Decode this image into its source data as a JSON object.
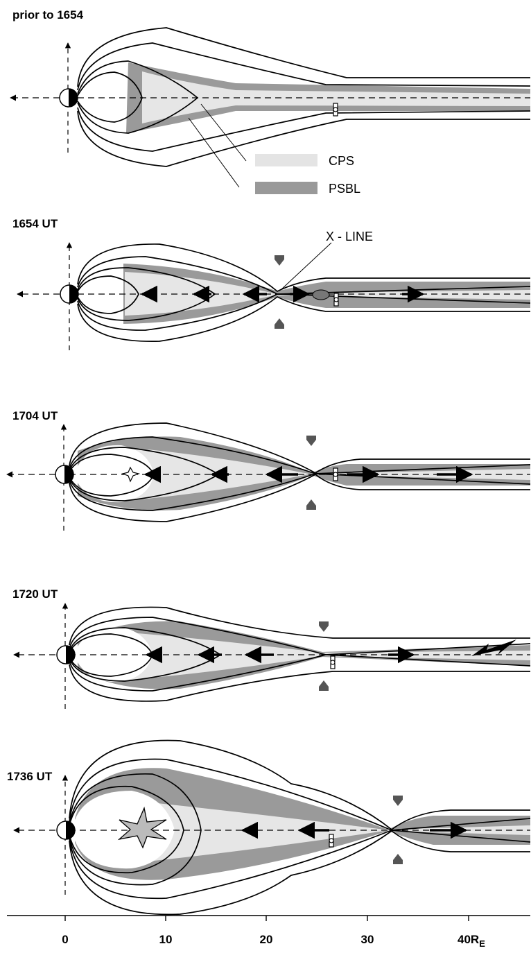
{
  "panels": [
    {
      "title": "prior to 1654"
    },
    {
      "title": "1654 UT"
    },
    {
      "title": "1704 UT"
    },
    {
      "title": "1720 UT"
    },
    {
      "title": "1736 UT"
    }
  ],
  "legend": {
    "cps": {
      "label": "CPS",
      "color": "#e4e4e4"
    },
    "psbl": {
      "label": "PSBL",
      "color": "#999999"
    }
  },
  "annotations": {
    "xline": "X - LINE"
  },
  "axis": {
    "ticks": [
      "0",
      "10",
      "20",
      "30",
      "40"
    ],
    "unit_main": "R",
    "unit_sub": "E"
  }
}
